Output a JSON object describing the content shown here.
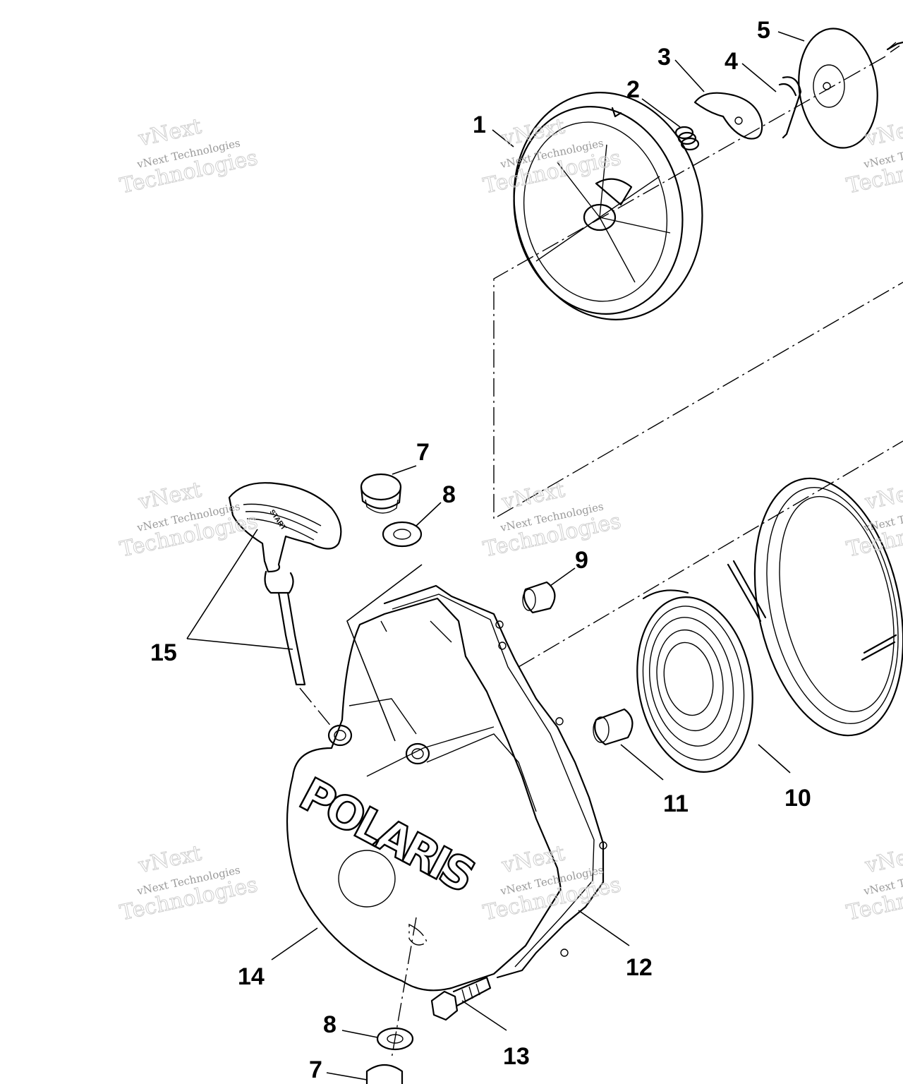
{
  "labels": {
    "p1": "1",
    "p2": "2",
    "p3": "3",
    "p4": "4",
    "p5": "5",
    "p7a": "7",
    "p8a": "8",
    "p9": "9",
    "p10": "10",
    "p11": "11",
    "p12": "12",
    "p13": "13",
    "p14": "14",
    "p15": "15",
    "p8b": "8",
    "p7b": "7"
  },
  "logo": "POLARIS",
  "handle_text": "START",
  "watermark": {
    "line1": "vNext",
    "line2": "vNext Technologies",
    "line3": "Technologies"
  },
  "colors": {
    "line": "#000000",
    "watermark": "#c9c9c9"
  }
}
